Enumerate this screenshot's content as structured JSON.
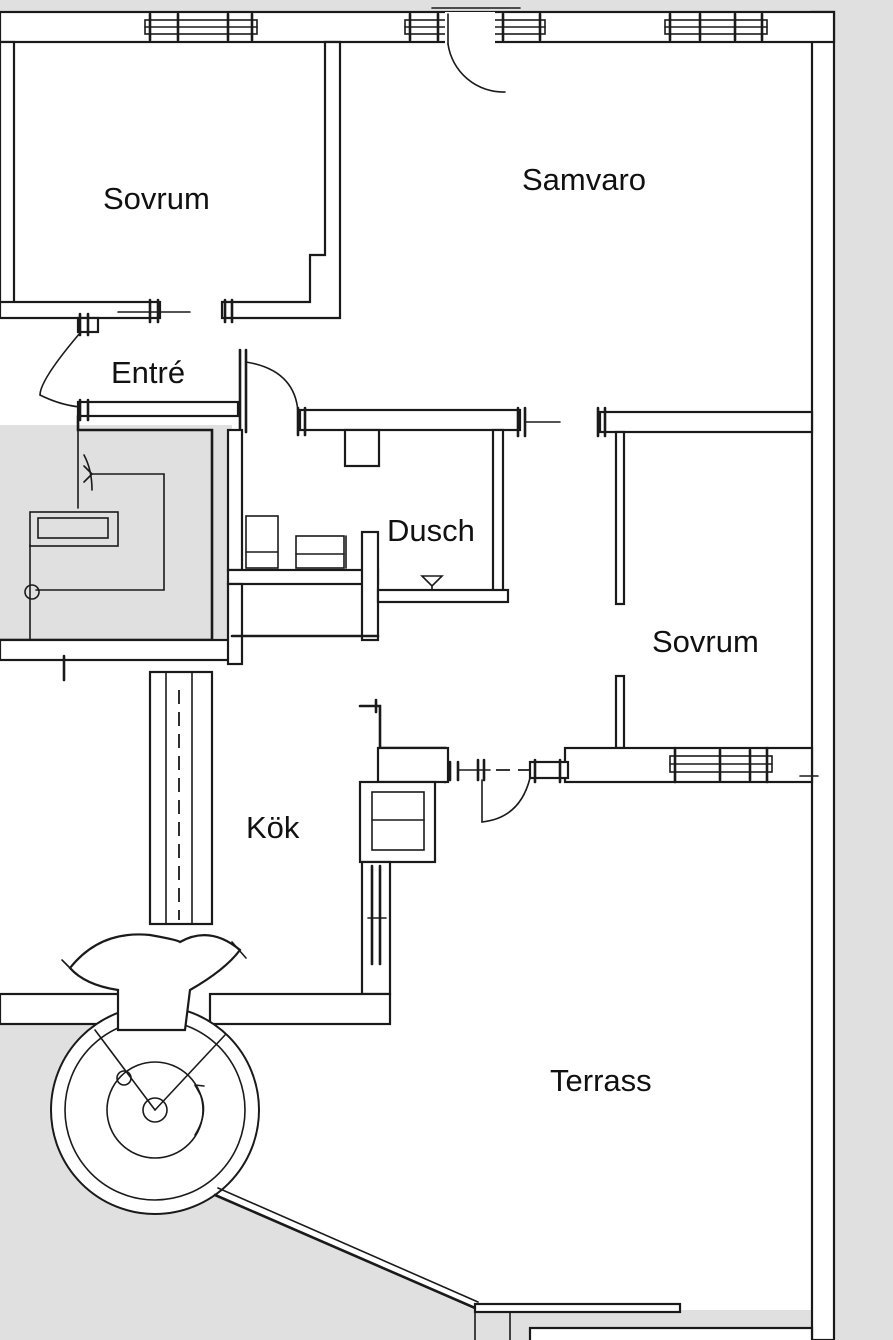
{
  "floor_plan": {
    "rooms": {
      "sovrum_1": "Sovrum",
      "samvaro": "Samvaro",
      "entre": "Entré",
      "dusch": "Dusch",
      "sovrum_2": "Sovrum",
      "kok": "Kök",
      "terrass": "Terrass"
    }
  },
  "colors": {
    "background": "#e0e0e0",
    "floor": "#ffffff",
    "line": "#1a1a1a"
  }
}
